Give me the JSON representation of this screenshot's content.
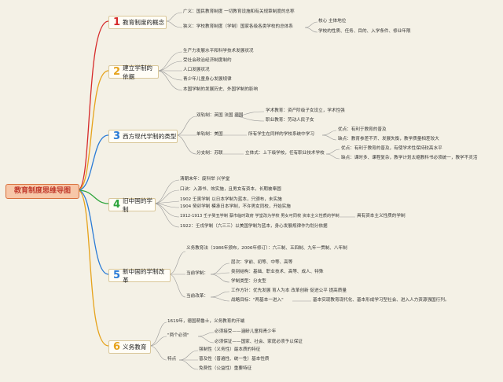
{
  "root": {
    "label": "教育制度思维导图"
  },
  "branches": [
    {
      "num": "1",
      "color": "#d62a2a",
      "label": "教育制度的概念",
      "items": {
        "a": "广义：国民教育制度  一切教育设施和有关规章制度的总称",
        "b": "狭义：学校教育制度（学制）国家各级各类学校的总体系",
        "b1": "核心 主体地位",
        "b2": "学校的性质、任务、目的、入学条件、修业年限"
      }
    },
    {
      "num": "2",
      "color": "#e6a31c",
      "label": "建立学制的依据",
      "items": [
        "生产力发展水平和科学技术发展状况",
        "受社会政治经济制度制约",
        "人口发展状况",
        "青少年儿童身心发展规律",
        "本国学制的发展历史、外国学制的影响"
      ]
    },
    {
      "num": "3",
      "color": "#2a7bd6",
      "label": "西方现代学制的类型",
      "items": {
        "dual": "双轨制：英国 法国 德国",
        "dual1": "学术教育：资产阶级子女设立，学术性强",
        "dual2": "职业教育：劳动人民子女",
        "single": "单轨制：美国",
        "single_desc": "所有学生在同样的学校系统中学习",
        "single_pro": "优点：有利于教育的普及",
        "single_con": "缺点：教育参差不齐、发展失衡，教学质量相差较大",
        "branch": "分支制：苏联",
        "branch_desc": "立体式：上下级学校，任有职业技术学校",
        "branch_pro": "优点：有利于教育的普及，有使学术性保持较高水平",
        "branch_con": "缺点：课时多、课程复杂，教学计划太缩教科书必须统一，教学不灵活"
      }
    },
    {
      "num": "4",
      "color": "#2ea53c",
      "label": "旧中国的学制",
      "items": {
        "i1": "清朝末年：废科举 兴学堂",
        "i2": "口诀：入源书、效实施，且男女有资本，长期被奉圆",
        "i3": "1902 壬寅学制 以日本学制为蓝本，只颁布，未实施",
        "i4": "1904 癸卯学制 模承日本学制，不许男女同校，开始实施",
        "i5": "1912-1913 壬子癸丑学制 蔡市临时政府 学堂改为学校 男女可同校 资本主义性质的学制",
        "i5b": "具有资本主义性质的学制",
        "i6": "1922：壬戌学制（六三三）以美国学制为蓝本，身心发展规律作为划分依据"
      }
    },
    {
      "num": "5",
      "color": "#2a7bd6",
      "label": "新中国的学制改革",
      "items": {
        "law": "义务教育法（1986年颁布，2006年修订）：六三制、五四制、九年一贯制、八年制",
        "cur": "当前学制：",
        "cur1": "层次：学前、初等、中等、高等",
        "cur2": "类别结构：基础、职业技术、高等、成人、特殊",
        "cur3": "学制类型：分支型",
        "ref": "当前改革：",
        "ref1": "工作方针：优先发展 育人为本 改革创新 促进公平 提高质量",
        "ref2": "战略目标：\"两基本一进入\"",
        "ref2b": "基本实现教育现代化、基本形成学习型社会、进入人力资源强国行列。"
      }
    },
    {
      "num": "6",
      "color": "#e6a31c",
      "label": "义务教育",
      "items": {
        "y": "1619年，德国萌鲁士，义务教育的开端",
        "must": "\"两个必须\"",
        "must1": "必须接受——涵龄儿童和青少年",
        "must2": "必须保证——国家、社会、家庭必须予以保证",
        "feat": "特点",
        "f1": "强制性（义务性）最本质的特征",
        "f2": "普及性（普遍性、统一性）基本性质",
        "f3": "免费性（公益性）重要特征"
      }
    }
  ]
}
